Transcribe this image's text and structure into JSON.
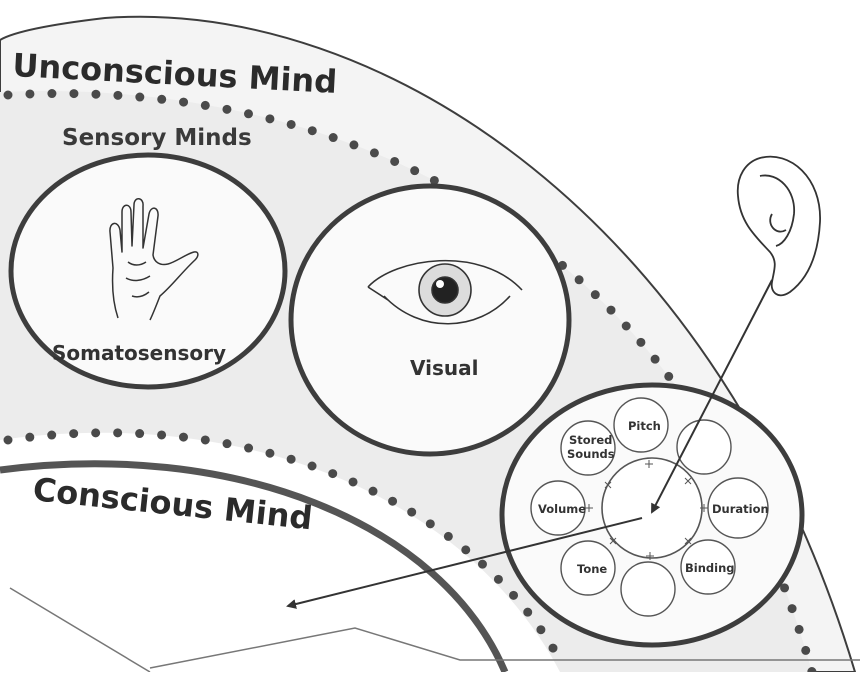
{
  "regions": {
    "unconscious": "Unconscious Mind",
    "sensory": "Sensory Minds",
    "conscious": "Conscious Mind"
  },
  "senses": {
    "somatosensory": "Somatosensory",
    "visual": "Visual"
  },
  "auditory_modules": {
    "pitch": "Pitch",
    "stored_sounds_line1": "Stored",
    "stored_sounds_line2": "Sounds",
    "volume": "Volume",
    "duration": "Duration",
    "tone": "Tone",
    "binding": "Binding"
  },
  "icons": [
    "hand-icon",
    "eye-icon",
    "ear-icon"
  ],
  "colors": {
    "stroke": "#3d3d3d",
    "sensory_fill": "#ececec",
    "background": "#ffffff"
  }
}
